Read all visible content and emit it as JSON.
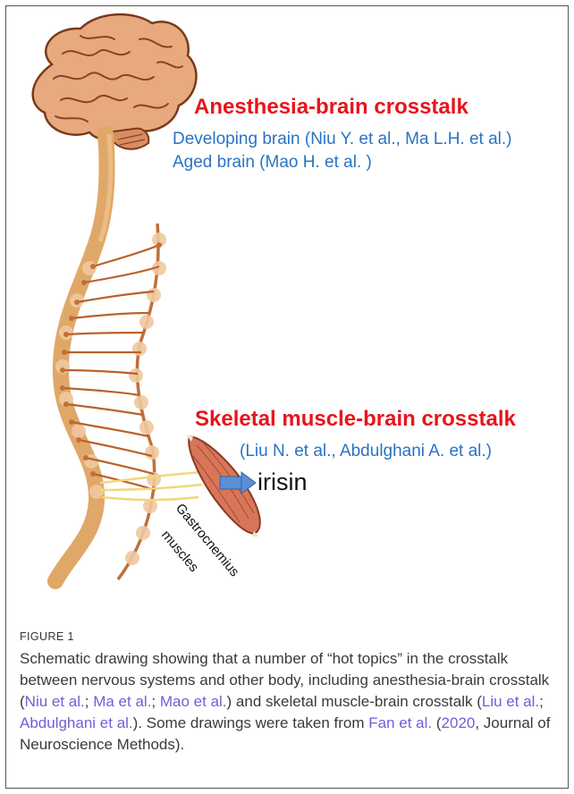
{
  "figure": {
    "heading_1": "Anesthesia-brain crosstalk",
    "refs_1": [
      "Developing brain (Niu Y. et al., Ma L.H. et al.)",
      "Aged brain (Mao H. et al. )"
    ],
    "heading_2": "Skeletal muscle-brain crosstalk",
    "refs_2": "(Liu N. et al., Abdulghani A. et al.)",
    "irisin": "irisin",
    "muscle_label": [
      "Gastrocnemius",
      "muscles"
    ]
  },
  "caption": {
    "label": "FIGURE 1",
    "text_1": "Schematic drawing showing that a number of “hot topics” in the crosstalk between nervous systems and other body, including anesthesia-brain crosstalk (",
    "ref_niu": "Niu et al.",
    "sep_1": "; ",
    "ref_ma": "Ma et al.",
    "sep_2": "; ",
    "ref_mao": "Mao et al.",
    "text_2": ") and skeletal muscle-brain crosstalk (",
    "ref_liu": "Liu et al.",
    "sep_3": "; ",
    "ref_abdulghani": "Abdulghani et al.",
    "text_3": "). Some drawings were taken from ",
    "ref_fan": "Fan et al.",
    "text_4": " (",
    "ref_year": "2020",
    "text_5": ", Journal of Neuroscience Methods)."
  },
  "colors": {
    "heading": "#e8141c",
    "reference_text": "#2a73c2",
    "link": "#6f5fd8",
    "spinal_cord": "#e0a868",
    "nerve": "#b8622a",
    "muscle": "#d9765a",
    "arrow": "#5b8fd4"
  }
}
